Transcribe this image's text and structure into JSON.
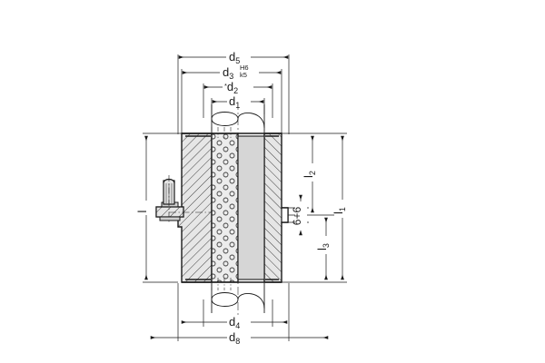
{
  "drawing": {
    "type": "technical-cross-section",
    "subject": "bearing-bush-housing",
    "background_color": "#ffffff",
    "line_color": "#1a1a1a",
    "hatch_color": "#3a3a3a",
    "fill_body": "#e3e3e3",
    "fill_bore": "#d4d4d4",
    "fill_dimple": "#ebebeb"
  },
  "dimensions": {
    "horizontal_top": [
      {
        "id": "d5",
        "base": "d",
        "sub": "5",
        "prefix": "",
        "tolerance_top": "",
        "tolerance_bottom": ""
      },
      {
        "id": "d3",
        "base": "d",
        "sub": "3",
        "prefix": "",
        "tolerance_top": "H6",
        "tolerance_bottom": "k5"
      },
      {
        "id": "d2",
        "base": "d",
        "sub": "2",
        "prefix": "*",
        "tolerance_top": "",
        "tolerance_bottom": ""
      },
      {
        "id": "d1",
        "base": "d",
        "sub": "1",
        "prefix": "",
        "tolerance_top": "",
        "tolerance_bottom": ""
      }
    ],
    "horizontal_bottom": [
      {
        "id": "d4",
        "base": "d",
        "sub": "4",
        "prefix": "",
        "tolerance_top": "",
        "tolerance_bottom": ""
      },
      {
        "id": "d8",
        "base": "d",
        "sub": "8",
        "prefix": "",
        "tolerance_top": "",
        "tolerance_bottom": ""
      }
    ],
    "vertical_left": [
      {
        "id": "l",
        "base": "l",
        "sub": "",
        "prefix": ""
      }
    ],
    "vertical_right": [
      {
        "id": "l2",
        "base": "l",
        "sub": "2",
        "prefix": ""
      },
      {
        "id": "g6",
        "base": "6+6",
        "sub": "",
        "prefix": ""
      },
      {
        "id": "l3",
        "base": "l",
        "sub": "3",
        "prefix": ""
      },
      {
        "id": "l1",
        "base": "l",
        "sub": "1",
        "prefix": ""
      }
    ]
  },
  "labels": {
    "d5": "d",
    "d5_sub": "5",
    "d3": "d",
    "d3_sub": "3",
    "d3_tol_top": "H6",
    "d3_tol_bot": "k5",
    "d2": "d",
    "d2_sub": "2",
    "d2_prefix": "*",
    "d1": "d",
    "d1_sub": "1",
    "d4": "d",
    "d4_sub": "4",
    "d8": "d",
    "d8_sub": "8",
    "l_left": "l",
    "l1": "l",
    "l1_sub": "1",
    "l2": "l",
    "l2_sub": "2",
    "l3": "l",
    "l3_sub": "3",
    "g6": "6+6"
  },
  "features": {
    "lubrication_nipple": "grease-nipple-left",
    "side_notch": "keyway-notch-right",
    "break_line_top": "conventional-break-top",
    "break_line_bottom": "conventional-break-bottom",
    "sintered_region": "porous-bronze-dimple-pattern",
    "bore_region": "inner-bore-surface",
    "hatched_walls": "section-hatch-walls"
  }
}
